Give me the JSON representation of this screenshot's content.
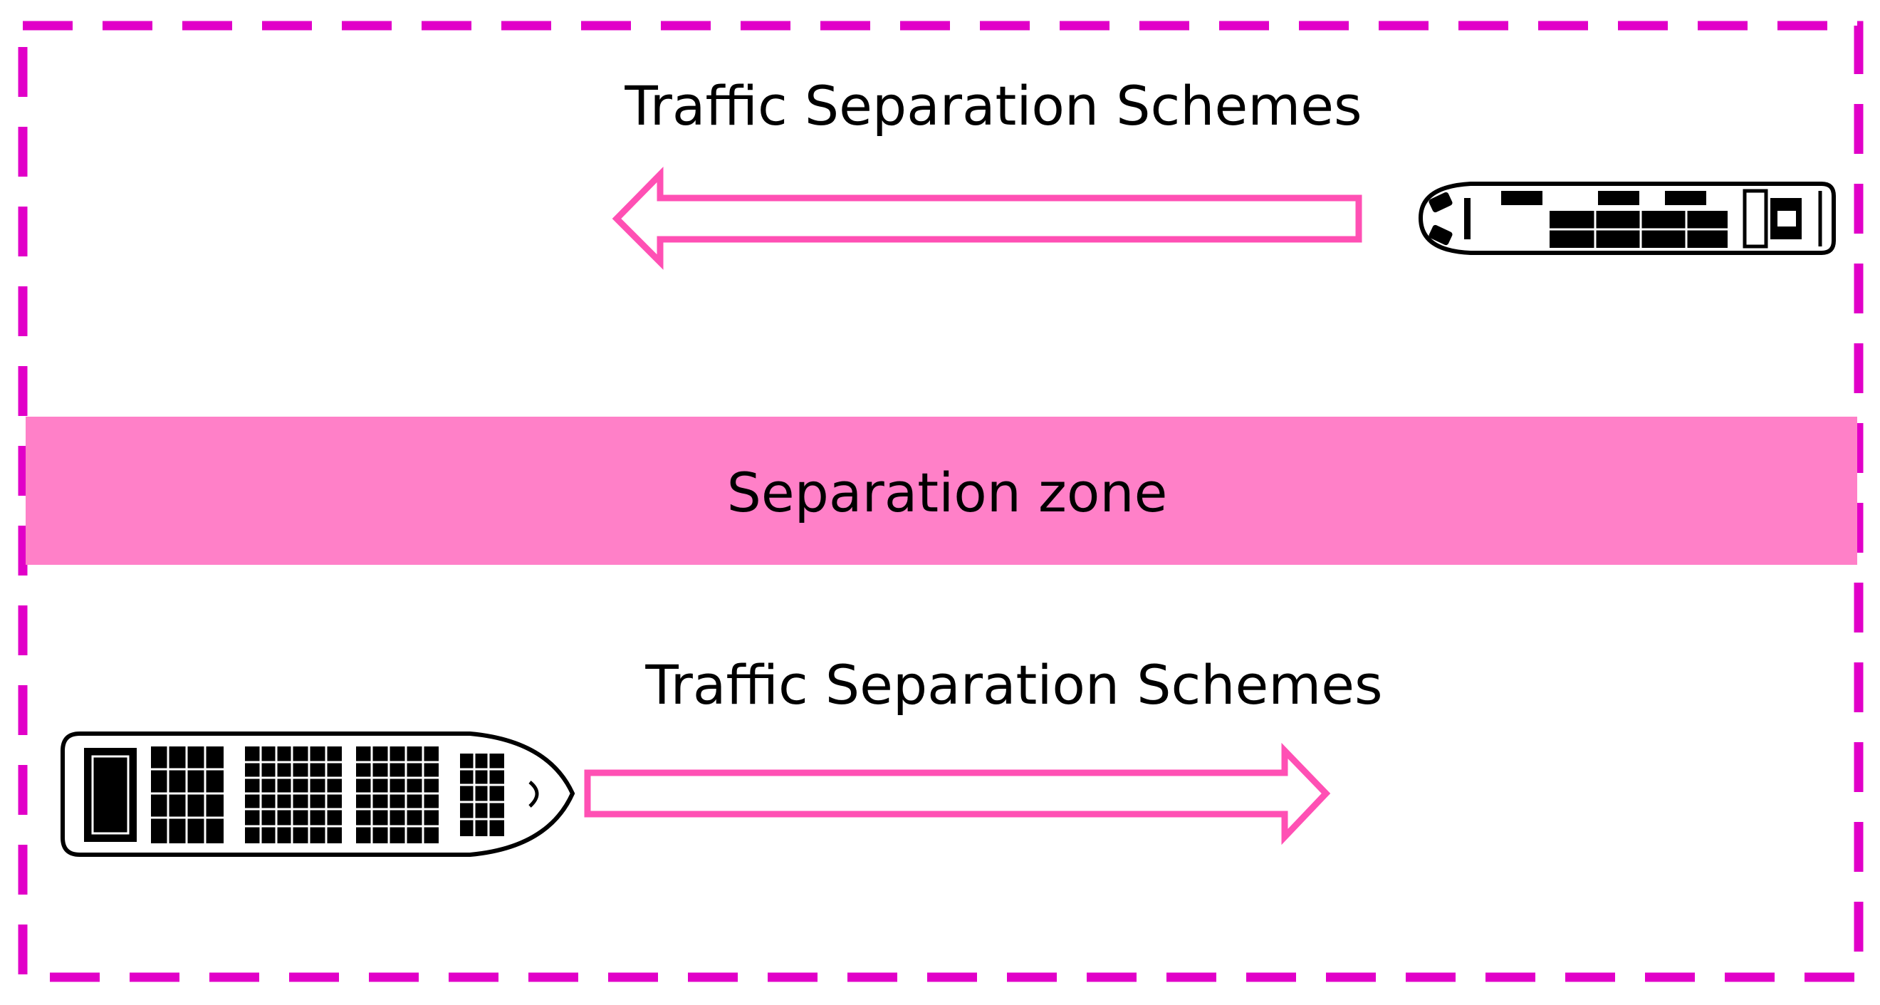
{
  "diagram": {
    "top_lane": {
      "label": "Traffic Separation Schemes",
      "direction": "westbound"
    },
    "separation_zone": {
      "label": "Separation zone"
    },
    "bottom_lane": {
      "label": "Traffic Separation Schemes",
      "direction": "eastbound"
    }
  },
  "colors": {
    "border": "#E100C8",
    "arrow": "#FF50B4",
    "zone": "#FF80C8",
    "ship": "#000000",
    "text": "#000000"
  },
  "icons": {
    "top_ship": "cargo-ship-icon",
    "bottom_ship": "container-ship-icon"
  }
}
